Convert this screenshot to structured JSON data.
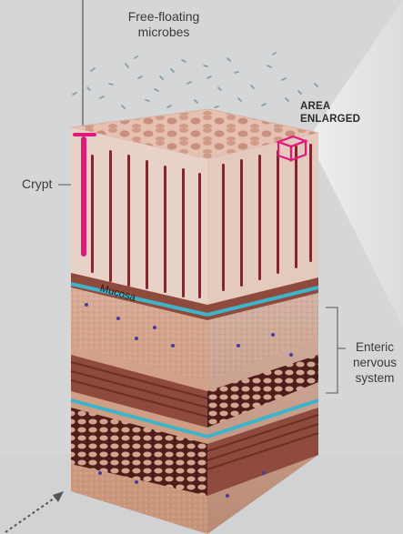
{
  "labels": {
    "microbes_line1": "Free-floating",
    "microbes_line2": "microbes",
    "area_line1": "AREA",
    "area_line2": "ENLARGED",
    "crypt": "Crypt",
    "mucosa": "Mucosa",
    "enteric_line1": "Enteric",
    "enteric_line2": "nervous",
    "enteric_line3": "system"
  },
  "colors": {
    "background": "#d4d6d8",
    "tissue_front": "#d9a98f",
    "tissue_side": "#caa090",
    "mucosa_top": "#e9c2b4",
    "muscle_band": "#8e4a3c",
    "nerve": "#3fb3c9",
    "highlight": "#e0197d",
    "crypt_stripe": "#7a2a2a",
    "leader_line": "#6f6f6f"
  }
}
